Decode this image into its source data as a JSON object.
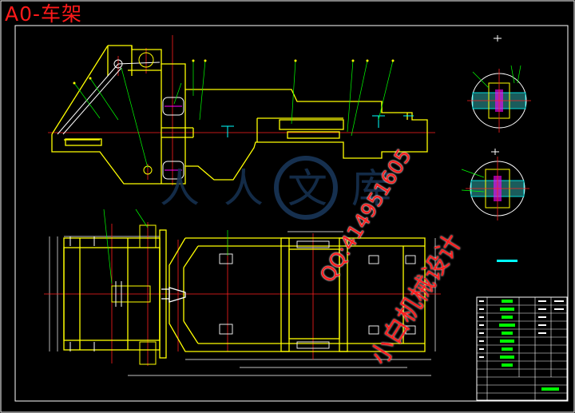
{
  "title": "A0-车架",
  "watermark": {
    "logo_text": "人人文库",
    "qq_text": "QQ:414951605",
    "designer_text": "小白机械设计"
  },
  "colors": {
    "background": "#000000",
    "frame": "#ffffff",
    "outline": "#ffff00",
    "centerline": "#ff2020",
    "leader": "#00ff00",
    "dimension": "#00ffff",
    "part": "#ff00ff",
    "title_text": "#ff1a1a"
  }
}
